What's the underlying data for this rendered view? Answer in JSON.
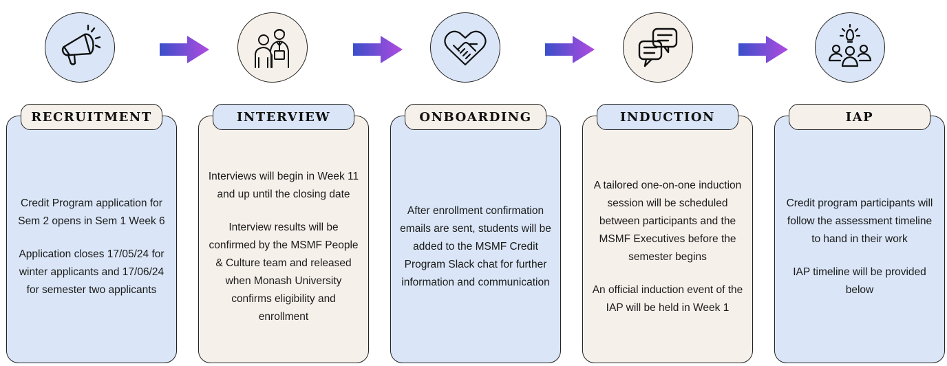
{
  "steps": [
    {
      "title": "RECRUITMENT",
      "icon": "megaphone-icon",
      "paragraphs": [
        "Credit Program application for Sem 2 opens in Sem 1 Week 6",
        "Application closes 17/05/24 for winter applicants and 17/06/24 for semester two applicants"
      ]
    },
    {
      "title": "INTERVIEW",
      "icon": "interview-people-icon",
      "paragraphs": [
        "Interviews will begin in Week 11 and up until the closing date",
        "Interview results will be confirmed by the MSMF People & Culture team and released when Monash University confirms eligibility and enrollment"
      ]
    },
    {
      "title": "ONBOARDING",
      "icon": "handshake-heart-icon",
      "paragraphs": [
        "After enrollment confirmation emails are sent, students will be added to the MSMF Credit Program Slack chat for further information and communication"
      ]
    },
    {
      "title": "INDUCTION",
      "icon": "chat-bubbles-icon",
      "paragraphs": [
        "A tailored one-on-one induction session will be scheduled between participants and the MSMF Executives before the semester begins",
        "An official induction event of the IAP will be held in Week 1"
      ]
    },
    {
      "title": "IAP",
      "icon": "team-idea-icon",
      "paragraphs": [
        "Credit program participants will follow the assessment timeline to hand in their work",
        "IAP timeline will be provided below"
      ]
    }
  ],
  "colors": {
    "blue_fill": "#dae6f7",
    "beige_fill": "#f6f0ea",
    "arrow_start": "#3a4fc9",
    "arrow_end": "#b04ce0",
    "outline": "#222222"
  }
}
